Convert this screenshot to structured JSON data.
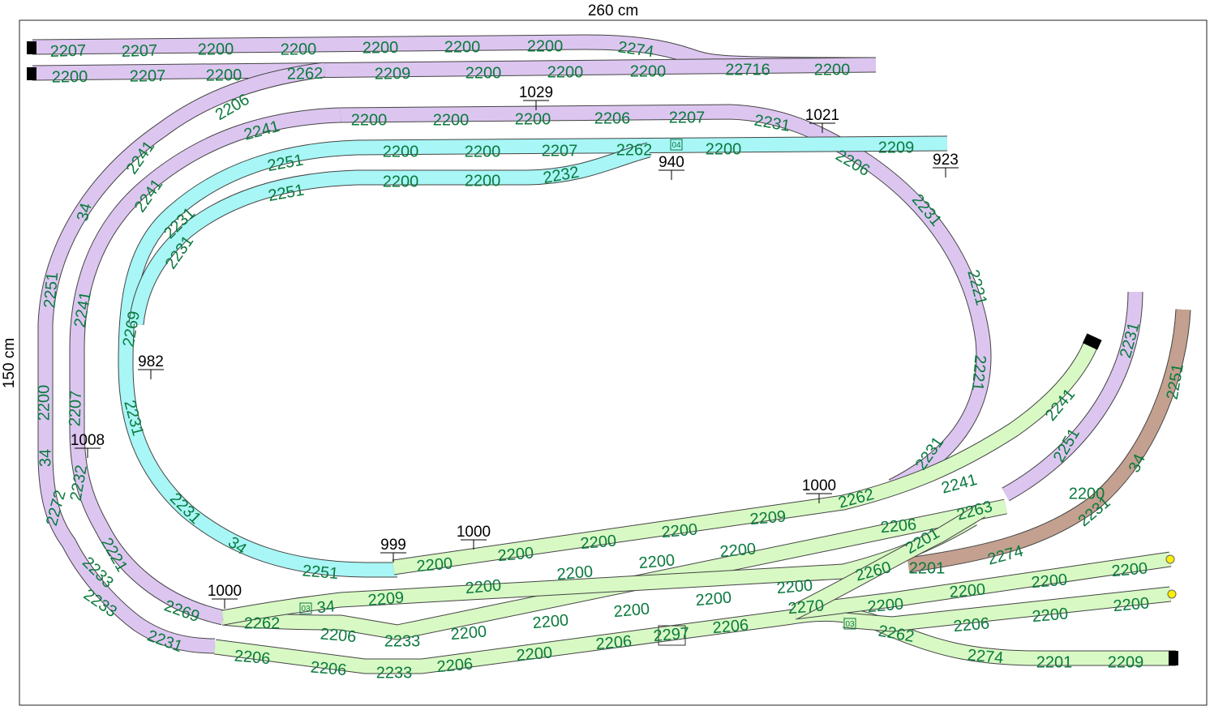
{
  "dimensions": {
    "width": "260 cm",
    "height": "150 cm"
  },
  "colors": {
    "purple": "#dcc6f0",
    "cyan": "#a8f6f6",
    "green": "#d8f9c4",
    "brown": "#c3a08f",
    "edge": "#444444",
    "label": "#0b7a3e",
    "buffer": "#000000",
    "signal": "#ffee00"
  },
  "heights": {
    "h1029": "1029",
    "h1021": "1021",
    "h940": "940",
    "h923": "923",
    "h982": "982",
    "h1008": "1008",
    "h1000a": "1000",
    "h1000b": "1000",
    "h999": "999",
    "h1000c": "1000"
  },
  "labels": {
    "t01": "2207",
    "t02": "2207",
    "t03": "2200",
    "t04": "2200",
    "t05": "2200",
    "t06": "2200",
    "t07": "2200",
    "t08": "2274",
    "t09": "2200",
    "t10": "2207",
    "t11": "2200",
    "t12": "2262",
    "t13": "2209",
    "t14": "2200",
    "t15": "2200",
    "t16": "2200",
    "t17": "22716",
    "t18": "2200",
    "t19": "2206",
    "t20": "2241",
    "t21": "34",
    "t22": "2251",
    "t23": "2200",
    "t24": "34",
    "t25": "2272",
    "t26": "2200",
    "t27": "2200",
    "t28": "2200",
    "t29": "2206",
    "t30": "2207",
    "t31": "2231",
    "t32": "2241",
    "t33": "2241",
    "t34": "2241",
    "t35": "2207",
    "t36": "2232",
    "t37": "2206",
    "t38": "2231",
    "t39": "2221",
    "t40": "2221",
    "t41": "2231",
    "t42": "2251",
    "t43": "2200",
    "t44": "2200",
    "t45": "2207",
    "t46": "2262",
    "t47": "2200",
    "t48": "2209",
    "t49": "2251",
    "t50": "2200",
    "t51": "2200",
    "t52": "2232",
    "t53": "2231",
    "t54": "2231",
    "t55": "2269",
    "t56": "2231",
    "t57": "2231",
    "t58": "34",
    "t59": "2251",
    "t60": "2221",
    "t61": "2233",
    "t62": "2233",
    "t63": "2269",
    "t64": "2231",
    "t65": "2200",
    "t66": "2200",
    "t67": "2200",
    "t68": "2200",
    "t69": "2200",
    "t70": "2209",
    "t71": "2262",
    "t72": "2241",
    "t73": "2241",
    "t74": "2262",
    "t75": "34",
    "t76": "2209",
    "t77": "2200",
    "t78": "2200",
    "t79": "2200",
    "t80": "2200",
    "t81": "2206",
    "t82": "2263",
    "t83": "2206",
    "t84": "2233",
    "t85": "2200",
    "t86": "2200",
    "t87": "2200",
    "t88": "2200",
    "t89": "2200",
    "t90": "2260",
    "t91": "2201",
    "t92": "2206",
    "t93": "2206",
    "t94": "2233",
    "t95": "2206",
    "t96": "2200",
    "t97": "2206",
    "t98": "2297",
    "t99": "2206",
    "t100": "2270",
    "t101": "2200",
    "t102": "2200",
    "t103": "2200",
    "t104": "2200",
    "t105": "2200",
    "t106": "2200",
    "t107": "2206",
    "t108": "2200",
    "t109": "2262",
    "t110": "2274",
    "t111": "2201",
    "t112": "2209",
    "t113": "2251",
    "t114": "2251",
    "t115": "2231",
    "t116": "2201",
    "t117": "2274",
    "t118": "2231",
    "t119": "34",
    "t120": "2251",
    "s1": "03",
    "s2": "03",
    "s3": "04"
  }
}
